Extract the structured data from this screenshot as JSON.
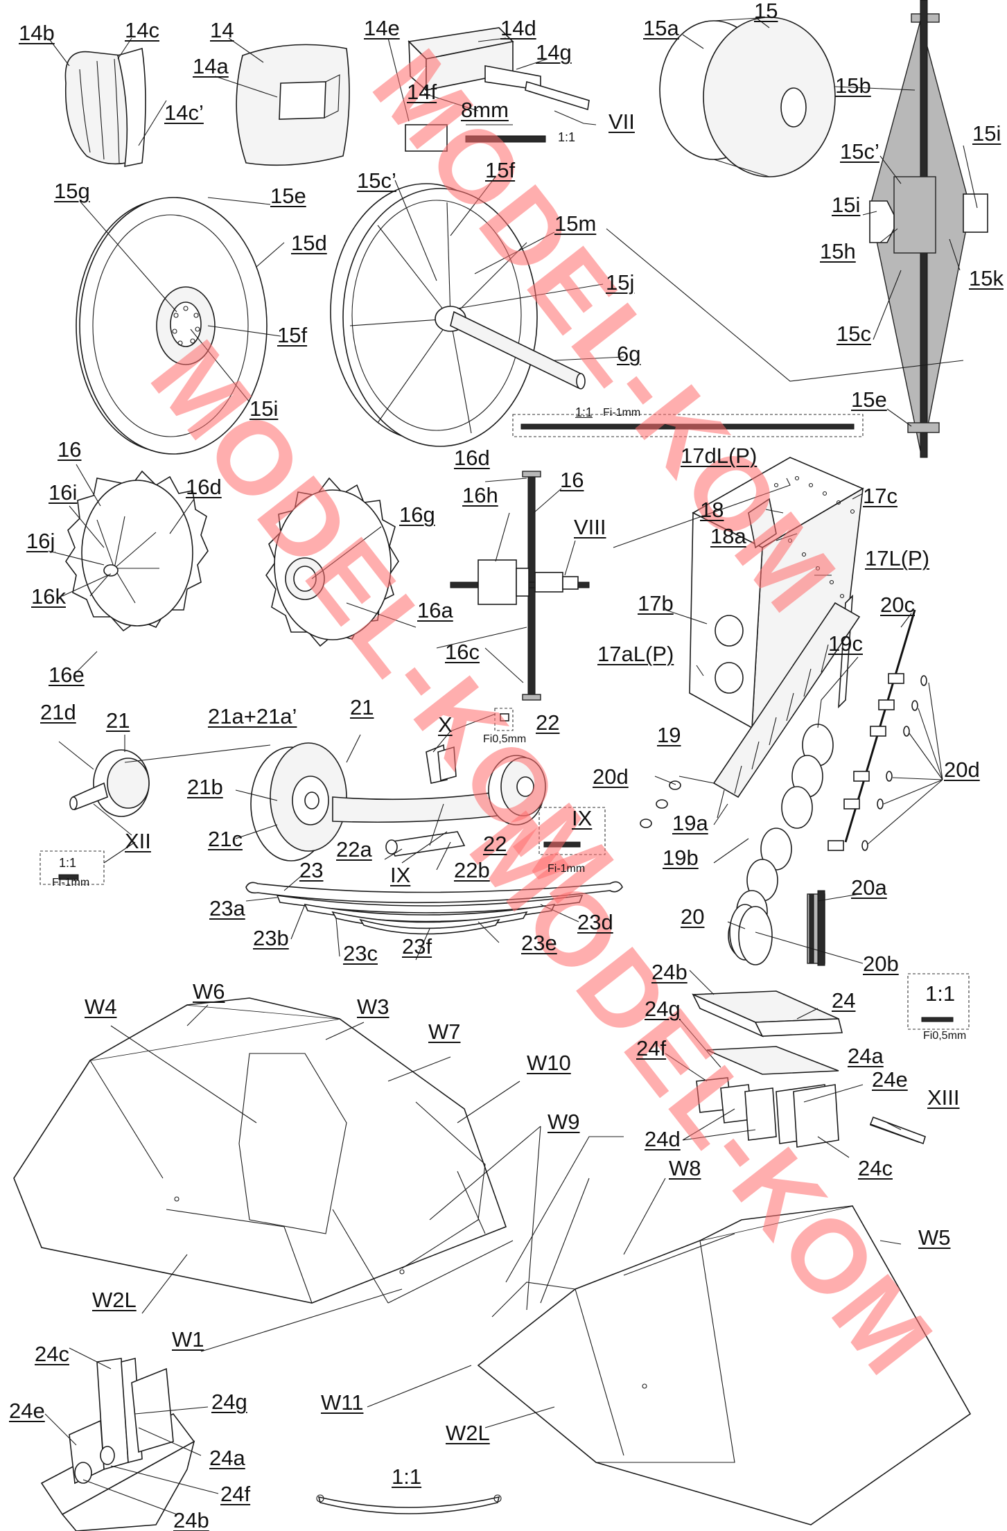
{
  "watermark": {
    "text": "MODEL-KOM",
    "color": "#ff6d6d"
  },
  "parts": {
    "p14b": "14b",
    "p14c": "14c",
    "p14cp": "14c’",
    "p14": "14",
    "p14a": "14a",
    "p14e": "14e",
    "p14d": "14d",
    "p14g": "14g",
    "p14f": "14f",
    "pVII": "VII",
    "p8mm": "8mm",
    "scale11a": "1:1",
    "p15a": "15a",
    "p15": "15",
    "p15b": "15b",
    "p15i_r": "15i",
    "p15cp_r": "15c’",
    "p15i_l": "15i",
    "p15h": "15h",
    "p15k": "15k",
    "p15c": "15c",
    "p15e_r": "15e",
    "p15g": "15g",
    "p15e": "15e",
    "p15d": "15d",
    "p15f_w": "15f",
    "p15i_w": "15i",
    "p15cp": "15c’",
    "p15f_t": "15f",
    "p15m": "15m",
    "p15j": "15j",
    "p6g": "6g",
    "scale11b": "1:1",
    "fi1a": "Fi-1mm",
    "p16": "16",
    "p16i": "16i",
    "p16d": "16d",
    "p16j": "16j",
    "p16k": "16k",
    "p16e": "16e",
    "p16g": "16g",
    "p16a": "16a",
    "p16d_s": "16d",
    "p16_s": "16",
    "p16h": "16h",
    "pVIII": "VIII",
    "p16c": "16c",
    "p17dL": "17dL(P)",
    "p18": "18",
    "p17c": "17c",
    "p18a": "18a",
    "p17L": "17L(P)",
    "p17b": "17b",
    "p20c": "20c",
    "p17aL": "17aL(P)",
    "p19c": "19c",
    "p19": "19",
    "p20d_l": "20d",
    "p20d_r": "20d",
    "p19a": "19a",
    "p19b": "19b",
    "p20a": "20a",
    "p20": "20",
    "p20b": "20b",
    "p21d": "21d",
    "p21": "21",
    "p21a": "21a+21a’",
    "p21_r": "21",
    "pX": "X",
    "p22": "22",
    "fi05a": "Fi0,5mm",
    "p21b": "21b",
    "pIX_box": "IX",
    "p21c": "21c",
    "pXII": "XII",
    "p22a": "22a",
    "p22_b": "22",
    "pIX": "IX",
    "p22b": "22b",
    "fi1b": "Fi-1mm",
    "scale11c": "1:1",
    "fi1c": "Fi-1mm",
    "p23": "23",
    "p23a": "23a",
    "p23b": "23b",
    "p23c": "23c",
    "p23f": "23f",
    "p23e": "23e",
    "p23d": "23d",
    "p24b": "24b",
    "p24": "24",
    "p24g": "24g",
    "p24f": "24f",
    "p24a": "24a",
    "p24e": "24e",
    "p24d": "24d",
    "pXIII": "XIII",
    "p24c": "24c",
    "scale11d": "1:1",
    "fi05b": "Fi0,5mm",
    "pW4": "W4",
    "pW6": "W6",
    "pW3": "W3",
    "pW7": "W7",
    "pW10": "W10",
    "pW9": "W9",
    "pW8": "W8",
    "pW5": "W5",
    "pW2L": "W2L",
    "pW1": "W1",
    "pW11": "W11",
    "pW2L_b": "W2L",
    "p24c_b": "24c",
    "p24e_b": "24e",
    "p24g_b": "24g",
    "p24a_b": "24a",
    "p24f_b": "24f",
    "p24b_b": "24b",
    "scale11e": "1:1"
  }
}
